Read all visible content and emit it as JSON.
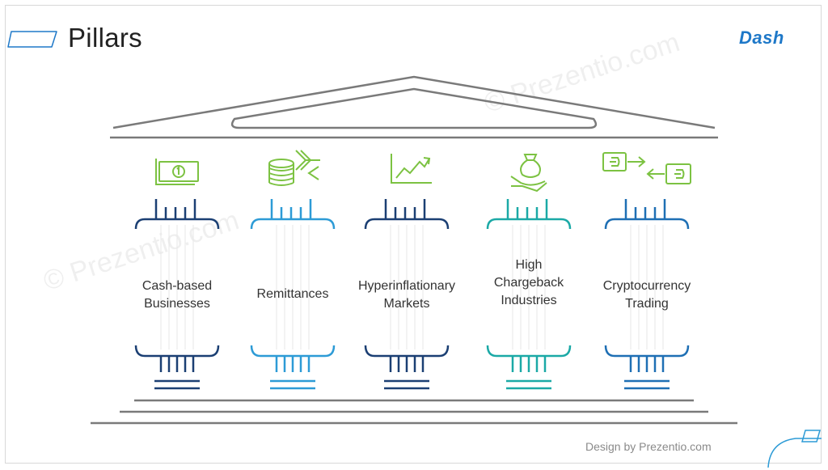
{
  "title": "Pillars",
  "logo_text": "Dash",
  "credit": "Design by Prezentio.com",
  "watermark": "© Prezentio.com",
  "pillars": [
    {
      "label": "Cash-based\nBusinesses",
      "icon": "cash-icon",
      "color": "#1b3f73"
    },
    {
      "label": "Remittances",
      "icon": "coins-exchange-icon",
      "color": "#2d9bd6"
    },
    {
      "label": "Hyperinflationary\nMarkets",
      "icon": "rising-chart-icon",
      "color": "#1b3f73"
    },
    {
      "label": "High\nChargeback\nIndustries",
      "icon": "money-bag-hand-icon",
      "color": "#1ba9a6"
    },
    {
      "label": "Cryptocurrency\nTrading",
      "icon": "crypto-swap-icon",
      "color": "#1e6fb4"
    }
  ],
  "colors": {
    "icon_green": "#7cc242",
    "roof_gray": "#7a7a7a",
    "accent_blue": "#1e78c8"
  }
}
